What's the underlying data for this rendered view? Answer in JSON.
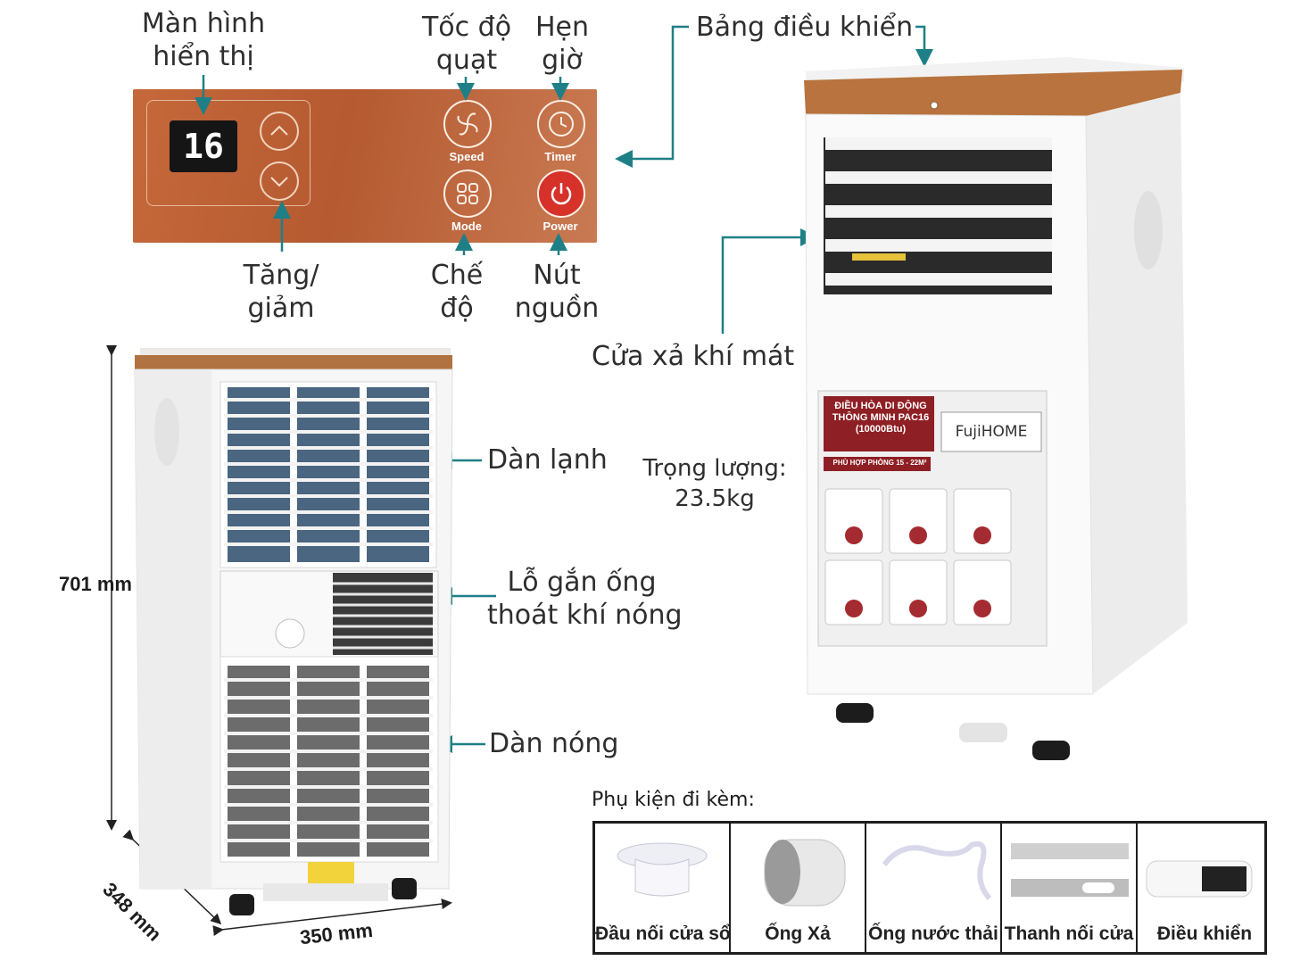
{
  "control_panel": {
    "display_value": "16",
    "buttons": {
      "speed": "Speed",
      "timer": "Timer",
      "mode": "Mode",
      "power": "Power"
    }
  },
  "callouts": {
    "display_line1": "Màn hình",
    "display_line2": "hiển thị",
    "speed_line1": "Tốc độ",
    "speed_line2": "quạt",
    "timer_line1": "Hẹn",
    "timer_line2": "giờ",
    "panel": "Bảng điều khiển",
    "updown_line1": "Tăng/",
    "updown_line2": "giảm",
    "mode_line1": "Chế",
    "mode_line2": "độ",
    "power_line1": "Nút",
    "power_line2": "nguồn",
    "cool_outlet": "Cửa xả khí mát",
    "evaporator": "Dàn lạnh",
    "exhaust_line1": "Lỗ gắn ống",
    "exhaust_line2": "thoát khí nóng",
    "condenser": "Dàn nóng",
    "weight_line1": "Trọng lượng:",
    "weight_line2": "23.5kg"
  },
  "dimensions": {
    "height": "701 mm",
    "depth": "348 mm",
    "width": "350 mm"
  },
  "product_label": {
    "brand": "FujiHOME",
    "title_line1": "ĐIỀU HÒA DI ĐỘNG",
    "title_line2": "THÔNG MINH PAC16",
    "title_line3": "(10000Btu)",
    "room": "PHÙ HỢP PHÒNG 15 - 22M²"
  },
  "accessories": {
    "heading": "Phụ kiện đi kèm:",
    "items": [
      "Đầu nối cửa sổ",
      "Ống Xả",
      "Ống nước thải",
      "Thanh nối cửa",
      "Điều khiển"
    ]
  },
  "colors": {
    "panel_copper": "#b85d33",
    "callout_teal": "#1f7f86",
    "unit_white": "#f7f7f7",
    "power_red": "#d6322a"
  }
}
